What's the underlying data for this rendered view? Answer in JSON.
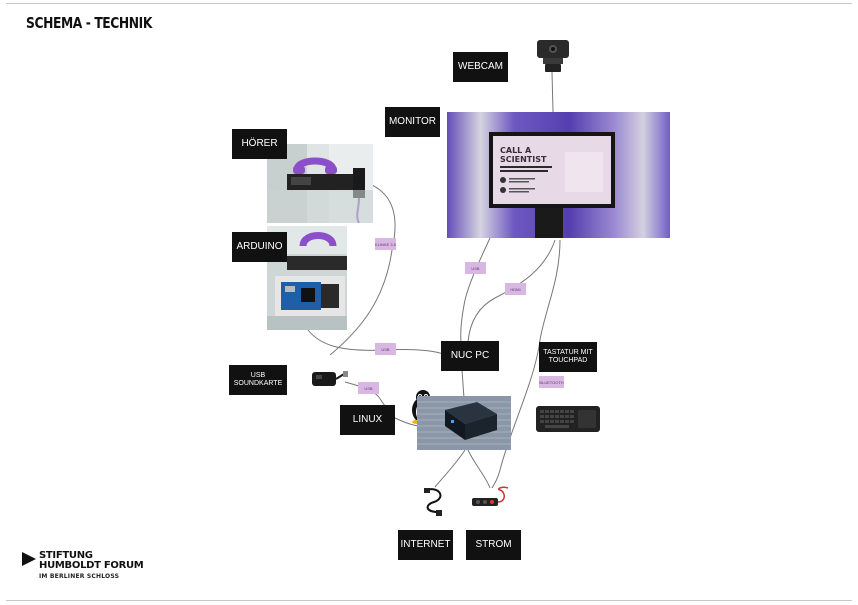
{
  "title": "SCHEMA - TECHNIK",
  "labels": {
    "webcam": "WEBCAM",
    "monitor": "MONITOR",
    "hoerer": "HÖRER",
    "arduino": "ARDUINO",
    "usb_soundkarte": "USB\nSOUNDKARTE",
    "linux": "LINUX",
    "nuc_pc": "NUC PC",
    "tastatur": "TASTATUR MIT\nTOUCHPAD",
    "internet": "INTERNET",
    "strom": "STROM"
  },
  "tags": {
    "klinke": "KLINKE 3,5",
    "usb_monitor": "USB",
    "hdmi": "HDMI",
    "usb_arduino": "USB",
    "usb_sound": "USB",
    "bluetooth": "BLUETOOTH"
  },
  "screen": {
    "heading_line1": "CALL A",
    "heading_line2": "SCIENTIST"
  },
  "logo": {
    "line1": "STIFTUNG",
    "line2": "HUMBOLDT FORUM",
    "line3": "IM BERLINER SCHLOSS"
  },
  "colors": {
    "accent_purple": "#7a4fd6",
    "tag_purple": "#d8b7e3",
    "label_black": "#111111"
  }
}
